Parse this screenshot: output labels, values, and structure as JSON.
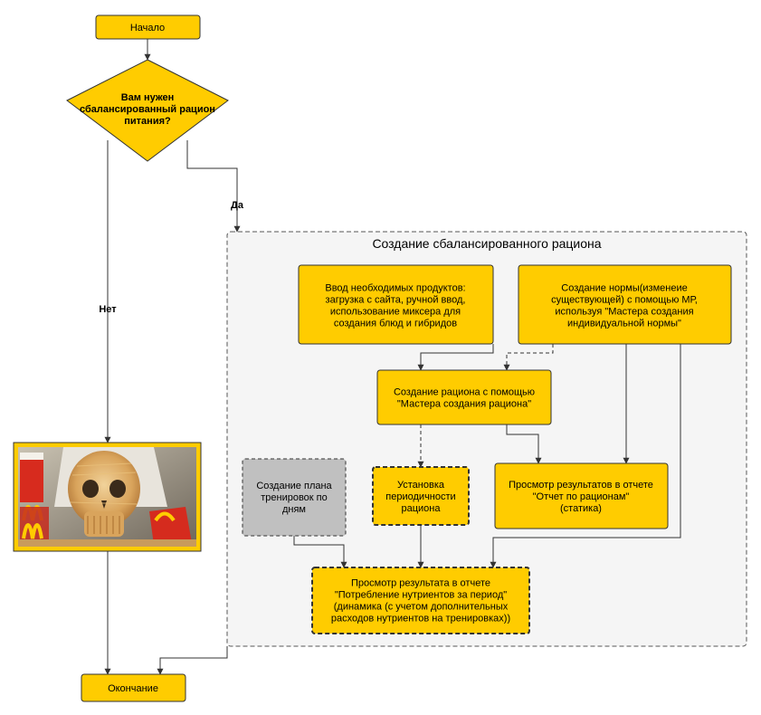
{
  "colors": {
    "node_fill": "#FFCC00",
    "node_stroke": "#333333",
    "gray_fill": "#C0C0C0",
    "group_fill": "#F5F5F5",
    "group_stroke": "#555555",
    "line": "#333333"
  },
  "nodes": {
    "start": {
      "lines": [
        "Начало"
      ]
    },
    "decision": {
      "lines": [
        "Вам нужен",
        "сбалансированный рацион",
        "питания?"
      ]
    },
    "input_products": {
      "lines": [
        "Ввод необходимых продуктов:",
        "загрузка с сайта, ручной ввод,",
        "использование миксера для",
        "создания блюд и гибридов"
      ]
    },
    "create_norm": {
      "lines": [
        "Создание нормы(изменеие",
        "существующей) с помощью МР,",
        "используя \"Мастера создания",
        "индивидуальной нормы\""
      ]
    },
    "create_ration": {
      "lines": [
        "Создание рациона с помощью",
        "\"Мастера создания рациона\""
      ]
    },
    "training_plan": {
      "lines": [
        "Создание плана",
        "тренировок по",
        "дням"
      ]
    },
    "periodicity": {
      "lines": [
        "Установка",
        "периодичности",
        "рациона"
      ]
    },
    "static_report": {
      "lines": [
        "Просмотр результатов в отчете",
        "\"Отчет по рационам\"",
        "(статика)"
      ]
    },
    "dynamic_report": {
      "lines": [
        "Просмотр результата в отчете",
        "\"Потребление нутриентов за период\"",
        "(динамика (с учетом дополнительных",
        "расходов нутриентов на тренировках))"
      ]
    },
    "end": {
      "lines": [
        "Окончание"
      ]
    }
  },
  "group": {
    "title": "Создание сбалансированного  рациона"
  },
  "edges": {
    "yes_label": "Да",
    "no_label": "Нет"
  },
  "image": {
    "icon": "junk-food-skull-photo"
  }
}
